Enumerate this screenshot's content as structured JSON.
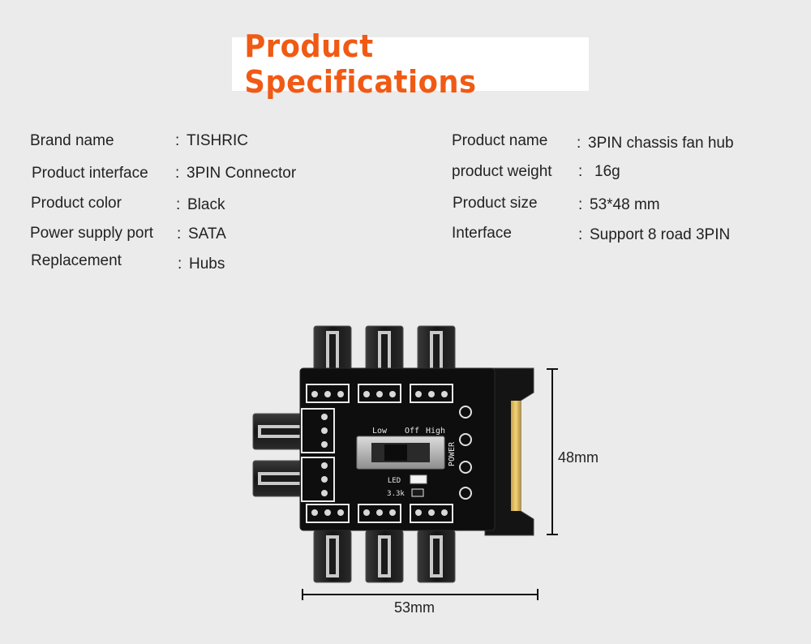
{
  "title": "Product Specifications",
  "specs_left": [
    {
      "label": "Brand name",
      "value": "TISHRIC"
    },
    {
      "label": "Product interface",
      "value": "3PIN Connector"
    },
    {
      "label": "Product color",
      "value": "Black"
    },
    {
      "label": "Power supply port",
      "value": "SATA"
    },
    {
      "label": "Replacement",
      "value": "Hubs"
    }
  ],
  "specs_right": [
    {
      "label": "Product name",
      "value": "3PIN chassis fan hub"
    },
    {
      "label": "product weight",
      "value": "16g"
    },
    {
      "label": "Product size",
      "value": "53*48 mm"
    },
    {
      "label": "Interface",
      "value": "Support 8 road 3PIN"
    }
  ],
  "colon": ":",
  "board": {
    "switch_labels": {
      "low": "Low",
      "off": "Off",
      "high": "High"
    },
    "power_label": "POWER",
    "led_label": "LED",
    "resistor_label": "3.3k"
  },
  "dimensions": {
    "height": "48mm",
    "width": "53mm"
  },
  "colors": {
    "accent": "#f05a14",
    "background": "#ebebeb",
    "board": "#111111"
  }
}
